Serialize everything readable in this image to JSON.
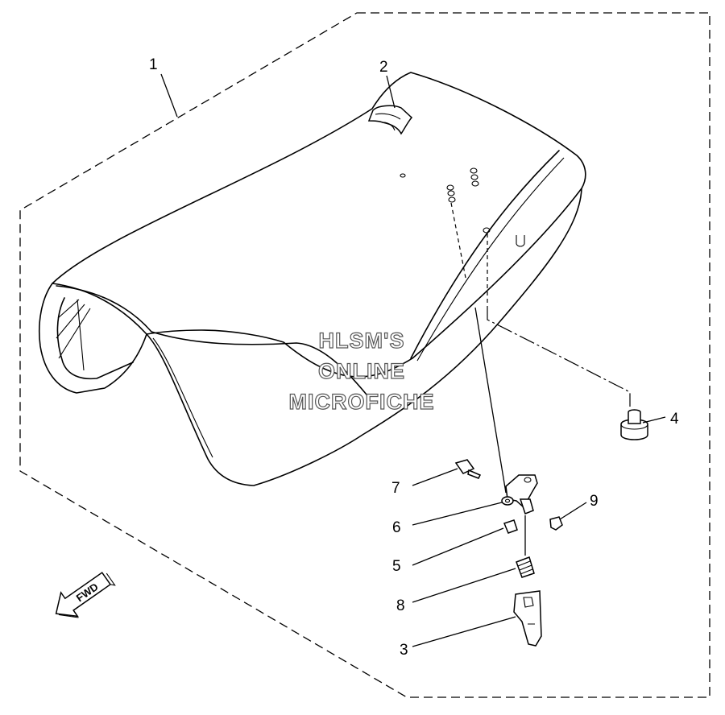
{
  "callouts": [
    {
      "id": "1",
      "label": "1"
    },
    {
      "id": "2",
      "label": "2"
    },
    {
      "id": "3",
      "label": "3"
    },
    {
      "id": "4",
      "label": "4"
    },
    {
      "id": "5",
      "label": "5"
    },
    {
      "id": "6",
      "label": "6"
    },
    {
      "id": "7",
      "label": "7"
    },
    {
      "id": "8",
      "label": "8"
    },
    {
      "id": "9",
      "label": "9"
    }
  ],
  "watermark": {
    "line1": "HLSM'S",
    "line2": "ONLINE",
    "line3": "MICROFICHE"
  },
  "direction_arrow": {
    "label": "FWD"
  }
}
